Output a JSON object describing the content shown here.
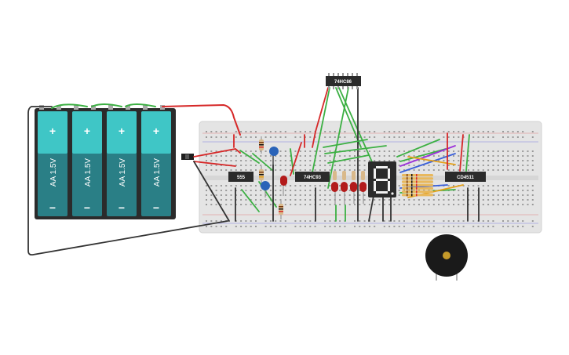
{
  "batteries": [
    {
      "label": "AA 1.5V",
      "plus": "+",
      "minus": "−"
    },
    {
      "label": "AA 1.5V",
      "plus": "+",
      "minus": "−"
    },
    {
      "label": "AA 1.5V",
      "plus": "+",
      "minus": "−"
    },
    {
      "label": "AA 1.5V",
      "plus": "+",
      "minus": "−"
    }
  ],
  "chips": {
    "timer": "555",
    "counter": "74HC93",
    "gate": "74HC86",
    "decoder": "CD4511"
  },
  "display": {
    "digit": "8"
  },
  "colors": {
    "battery_top": "#3fc6c6",
    "battery_bottom": "#2a7f86",
    "breadboard": "#e6e6e6",
    "wire_green": "#3cb043",
    "wire_red": "#d62828",
    "wire_black": "#333333",
    "led_red": "#b31b1b",
    "capacitor": "#2a63b8",
    "buzzer": "#1a1a1a"
  }
}
